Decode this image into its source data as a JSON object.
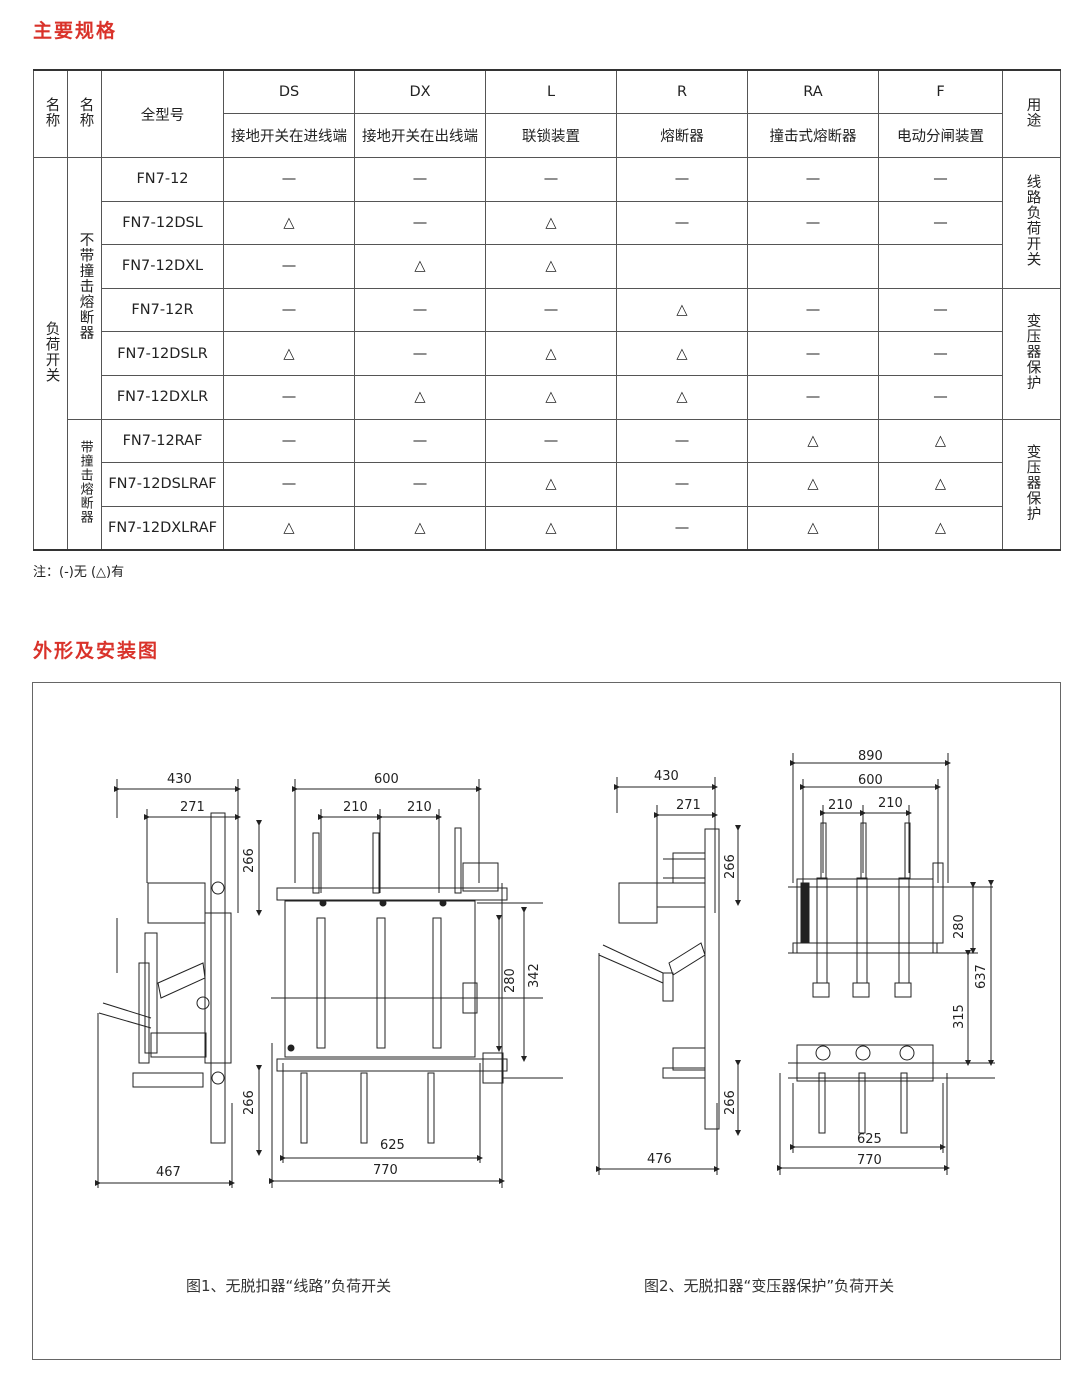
{
  "section1_title": "主要规格",
  "section2_title": "外形及安装图",
  "table": {
    "col_name1": "名称",
    "col_name2": "名称",
    "col_model": "全型号",
    "col_usage": "用途",
    "features": [
      {
        "code": "DS",
        "desc": "接地开关在进线端"
      },
      {
        "code": "DX",
        "desc": "接地开关在出线端"
      },
      {
        "code": "L",
        "desc": "联锁装置"
      },
      {
        "code": "R",
        "desc": "熔断器"
      },
      {
        "code": "RA",
        "desc": "撞击式熔断器"
      },
      {
        "code": "F",
        "desc": "电动分闸装置"
      }
    ],
    "group_main": "负荷开关",
    "group_a": "不带撞击熔断器",
    "group_b": "带撞击熔断器",
    "usage_1": "线路负荷开关",
    "usage_2": "变压器保护",
    "usage_3": "变压器保护",
    "rows": [
      {
        "model": "FN7-12",
        "v": [
          "—",
          "—",
          "—",
          "—",
          "—",
          "—"
        ]
      },
      {
        "model": "FN7-12DSL",
        "v": [
          "△",
          "—",
          "△",
          "—",
          "—",
          "—"
        ]
      },
      {
        "model": "FN7-12DXL",
        "v": [
          "—",
          "△",
          "△",
          "",
          "",
          ""
        ]
      },
      {
        "model": "FN7-12R",
        "v": [
          "—",
          "—",
          "—",
          "△",
          "—",
          "—"
        ]
      },
      {
        "model": "FN7-12DSLR",
        "v": [
          "△",
          "—",
          "△",
          "△",
          "—",
          "—"
        ]
      },
      {
        "model": "FN7-12DXLR",
        "v": [
          "—",
          "△",
          "△",
          "△",
          "—",
          "—"
        ]
      },
      {
        "model": "FN7-12RAF",
        "v": [
          "—",
          "—",
          "—",
          "—",
          "△",
          "△"
        ]
      },
      {
        "model": "FN7-12DSLRAF",
        "v": [
          "—",
          "—",
          "△",
          "—",
          "△",
          "△"
        ]
      },
      {
        "model": "FN7-12DXLRAF",
        "v": [
          "△",
          "△",
          "△",
          "—",
          "△",
          "△"
        ]
      }
    ]
  },
  "note": "注：(-)无  (△)有",
  "fig1": {
    "caption": "图1、无脱扣器“线路”负荷开关",
    "dims": {
      "d430": "430",
      "d271": "271",
      "d266a": "266",
      "d266b": "266",
      "d467": "467",
      "d600": "600",
      "d210a": "210",
      "d210b": "210",
      "d280": "280",
      "d342": "342",
      "d625": "625",
      "d770": "770"
    }
  },
  "fig2": {
    "caption": "图2、无脱扣器“变压器保护”负荷开关",
    "dims": {
      "d430": "430",
      "d271": "271",
      "d266a": "266",
      "d266b": "266",
      "d476": "476",
      "d890": "890",
      "d600": "600",
      "d210a": "210",
      "d210b": "210",
      "d280": "280",
      "d637": "637",
      "d315": "315",
      "d625": "625",
      "d770": "770"
    }
  }
}
